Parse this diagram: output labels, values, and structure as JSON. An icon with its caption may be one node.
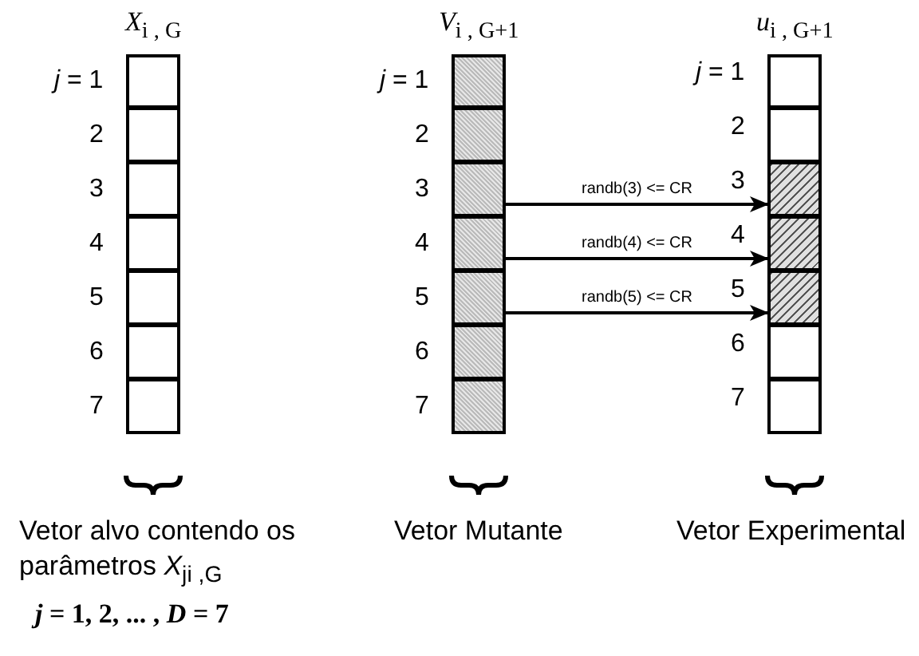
{
  "diagram": {
    "nodes": [
      {
        "text": [],
        "shape": "box",
        "beside": [
          "*j* = 1"
        ]
      },
      {
        "text": [],
        "shape": "box",
        "beside": [
          "2"
        ]
      },
      {
        "text": [],
        "shape": "box",
        "beside": [
          "3"
        ]
      },
      {
        "text": [],
        "shape": "box",
        "beside": [
          "4"
        ]
      },
      {
        "text": [],
        "shape": "box",
        "beside": [
          "5"
        ]
      },
      {
        "text": [],
        "shape": "box",
        "beside": [
          "6"
        ]
      },
      {
        "text": [],
        "shape": "box",
        "beside": [
          "7"
        ]
      },
      {
        "text": [],
        "shape": "box",
        "beside": [
          "*j* = 1"
        ]
      },
      {
        "text": [],
        "shape": "box",
        "beside": [
          "2"
        ]
      },
      {
        "text": [],
        "shape": "box",
        "beside": [
          "3"
        ]
      },
      {
        "text": [],
        "shape": "box",
        "beside": [
          "4"
        ]
      },
      {
        "text": [],
        "shape": "box",
        "beside": [
          "5"
        ]
      },
      {
        "text": [],
        "shape": "box",
        "beside": [
          "6"
        ]
      },
      {
        "text": [],
        "shape": "box",
        "beside": [
          "7"
        ]
      },
      {
        "text": [],
        "shape": "box",
        "beside": [
          "*j* = 1"
        ]
      },
      {
        "text": [],
        "shape": "box",
        "beside": [
          "2"
        ]
      },
      {
        "text": [],
        "shape": "box",
        "beside": [
          "3"
        ]
      },
      {
        "text": [],
        "shape": "box",
        "beside": [
          "4"
        ]
      },
      {
        "text": [],
        "shape": "box",
        "beside": [
          "5"
        ]
      },
      {
        "text": [],
        "shape": "box",
        "beside": [
          "6"
        ]
      },
      {
        "text": [],
        "shape": "box",
        "beside": [
          "7"
        ]
      }
    ],
    "edges": [
      {
        "from": 9,
        "to": 16,
        "arrow": "to",
        "label": "randb(3) <= CR"
      },
      {
        "from": 10,
        "to": 17,
        "arrow": "to",
        "label": "randb(4) <= CR"
      },
      {
        "from": 11,
        "to": 18,
        "arrow": "to",
        "label": "randb(5) <= CR"
      }
    ],
    "labels": [
      "*X*$_{i , G}$",
      "*V*$_{i , G+1}$",
      "*u*$_{i , G+1}$",
      "Vetor alvo contendo os parâmetros *X*$_{ji ,G}$",
      "Vetor Mutante",
      "Vetor Experimental",
      "*j* = 1, 2, ... , *D* = 7"
    ]
  }
}
